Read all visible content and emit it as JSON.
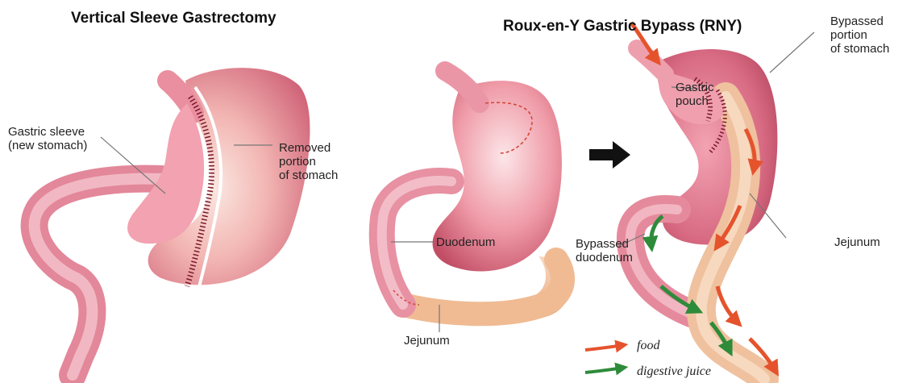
{
  "titles": {
    "sleeve": "Vertical Sleeve Gastrectomy",
    "bypass": "Roux-en-Y Gastric Bypass (RNY)"
  },
  "labels": {
    "gastric_sleeve": [
      "Gastric sleeve",
      "(new stomach)"
    ],
    "removed_portion": [
      "Removed",
      "portion",
      "of stomach"
    ],
    "duodenum": "Duodenum",
    "jejunum_middle": "Jejunum",
    "gastric_pouch": [
      "Gastric",
      "pouch"
    ],
    "bypassed_stomach": [
      "Bypassed",
      "portion",
      "of stomach"
    ],
    "bypassed_duodenum": [
      "Bypassed",
      "duodenum"
    ],
    "jejunum_right": "Jejunum"
  },
  "legend": {
    "food": "food",
    "digestive_juice": "digestive juice"
  },
  "colors": {
    "stomach": "#e58a9a",
    "stomach_light": "#fbe0e3",
    "jejunum": "#f2c29c",
    "staple_line": "#7a1a2a",
    "cut_line": "#d2483a",
    "food_arrow": "#e5532d",
    "juice_arrow": "#2e8b3a",
    "black_arrow": "#111111"
  }
}
